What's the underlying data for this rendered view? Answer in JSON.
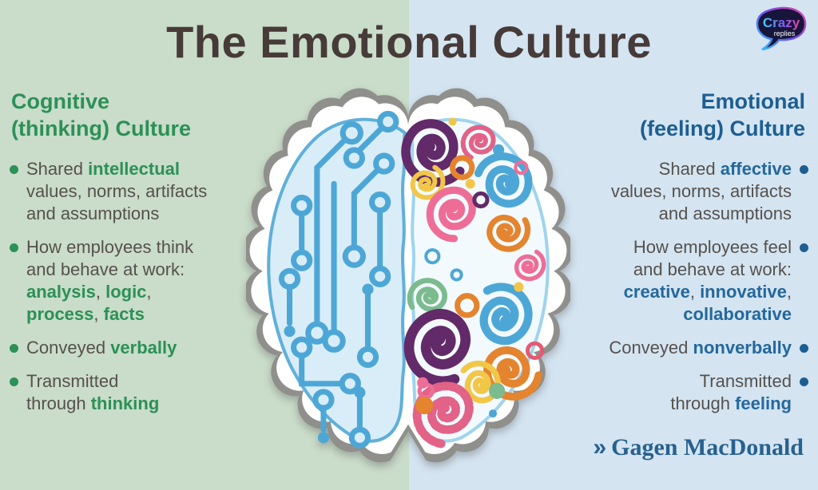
{
  "title": "The Emotional Culture",
  "logo": {
    "line1": "Crazy",
    "line2": "replies"
  },
  "left": {
    "heading": "Cognitive\n(thinking) Culture",
    "bullets": [
      {
        "lines": [
          [
            {
              "t": "Shared "
            },
            {
              "t": "intellectual",
              "b": true
            }
          ],
          [
            {
              "t": "values, norms, artifacts"
            }
          ],
          [
            {
              "t": "and assumptions"
            }
          ]
        ]
      },
      {
        "lines": [
          [
            {
              "t": "How employees think"
            }
          ],
          [
            {
              "t": "and behave at work:"
            }
          ],
          [
            {
              "t": "analysis",
              "b": true
            },
            {
              "t": ", "
            },
            {
              "t": "logic",
              "b": true
            },
            {
              "t": ","
            }
          ],
          [
            {
              "t": "process",
              "b": true
            },
            {
              "t": ", "
            },
            {
              "t": "facts",
              "b": true
            }
          ]
        ]
      },
      {
        "lines": [
          [
            {
              "t": "Conveyed "
            },
            {
              "t": "verbally",
              "b": true
            }
          ]
        ]
      },
      {
        "lines": [
          [
            {
              "t": "Transmitted"
            }
          ],
          [
            {
              "t": "through "
            },
            {
              "t": "thinking",
              "b": true
            }
          ]
        ]
      }
    ]
  },
  "right": {
    "heading": "Emotional\n(feeling) Culture",
    "bullets": [
      {
        "lines": [
          [
            {
              "t": "Shared "
            },
            {
              "t": "affective",
              "b": true
            }
          ],
          [
            {
              "t": "values, norms, artifacts"
            }
          ],
          [
            {
              "t": "and assumptions"
            }
          ]
        ]
      },
      {
        "lines": [
          [
            {
              "t": "How employees feel"
            }
          ],
          [
            {
              "t": "and behave at work:"
            }
          ],
          [
            {
              "t": "creative",
              "b": true
            },
            {
              "t": ", "
            },
            {
              "t": "innovative",
              "b": true
            },
            {
              "t": ","
            }
          ],
          [
            {
              "t": "collaborative",
              "b": true
            }
          ]
        ]
      },
      {
        "lines": [
          [
            {
              "t": "Conveyed "
            },
            {
              "t": "nonverbally",
              "b": true
            }
          ]
        ]
      },
      {
        "lines": [
          [
            {
              "t": "Transmitted"
            }
          ],
          [
            {
              "t": "through "
            },
            {
              "t": "feeling",
              "b": true
            }
          ]
        ]
      }
    ]
  },
  "footer": {
    "arrow": "»",
    "brand": "Gagen MacDonald"
  },
  "colors": {
    "bg_left": "#cadcca",
    "bg_right": "#d4e4f1",
    "title": "#463b38",
    "green": "#2b9156",
    "blue_heading": "#1d5e92",
    "blue_bold": "#24689c",
    "body_text": "#56514d",
    "brand_blue": "#27618f",
    "brain_outline_gray": "#8f8f8c",
    "circuit_blue": "#4da7d6",
    "left_brain_fill": "#d9edf8",
    "right_brain_fill": "#f2fafd",
    "swirl_purple": "#622a68",
    "swirl_pink": "#ee6d96",
    "swirl_orange": "#e4842f",
    "swirl_yellow": "#f2c748",
    "swirl_green": "#7cbb8d"
  }
}
